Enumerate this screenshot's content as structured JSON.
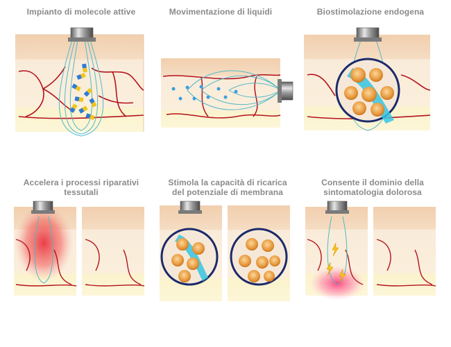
{
  "panels": [
    {
      "title": "Impianto di molecole attive"
    },
    {
      "title": "Movimentazione di liquidi"
    },
    {
      "title": "Biostimolazione endogena"
    },
    {
      "title_lines": [
        "Accelera i processi riparativi",
        "tessutali"
      ]
    },
    {
      "title_lines": [
        "Stimola la capacità di ricarica",
        "del potenziale di membrana"
      ]
    },
    {
      "title_lines": [
        "Consente il dominio della",
        "sintomatologia dolorosa"
      ]
    }
  ],
  "colors": {
    "skin_top": "#f4d8bd",
    "skin_mid": "#f8e8d2",
    "fat": "#fbf2c8",
    "vessel": "#b3121c",
    "field_line": "#4fb8c8",
    "probe": "#8a8a8a",
    "capsule_blue": "#2c7bd8",
    "capsule_yellow": "#f0c419",
    "cell": "#e8a24a",
    "cyan_band": "#35c6e3",
    "heat_red": "#e0202e",
    "pain_pink": "#ff4d8a",
    "title_text": "#8a8a8a"
  }
}
